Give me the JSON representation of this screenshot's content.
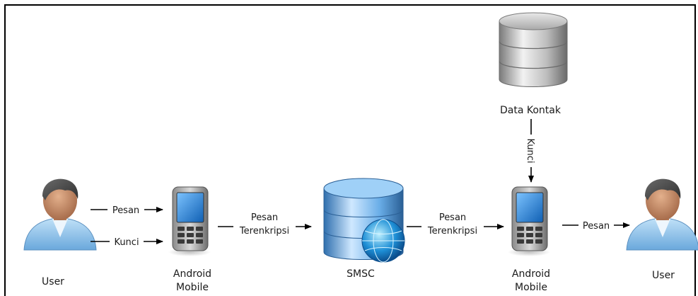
{
  "nodes": {
    "user_left": {
      "label": "User",
      "icon": "user-icon"
    },
    "phone_left": {
      "label_line1": "Android",
      "label_line2": "Mobile",
      "icon": "mobile-phone-icon"
    },
    "smsc": {
      "label": "SMSC",
      "icon": "database-globe-icon"
    },
    "phone_right": {
      "label_line1": "Android",
      "label_line2": "Mobile",
      "icon": "mobile-phone-icon"
    },
    "user_right": {
      "label": "User",
      "icon": "user-icon"
    },
    "contacts_db": {
      "label": "Data Kontak",
      "icon": "database-icon"
    }
  },
  "edges": {
    "user_to_phone_message": "Pesan",
    "user_to_phone_key": "Kunci",
    "phone_to_smsc_line1": "Pesan",
    "phone_to_smsc_line2": "Terenkripsi",
    "smsc_to_phone_line1": "Pesan",
    "smsc_to_phone_line2": "Terenkripsi",
    "contacts_to_phone_key": "Kunci",
    "phone_to_user_message": "Pesan"
  },
  "colors": {
    "border": "#000000",
    "skin": "#c98f6a",
    "hair": "#4a4a4a",
    "shirt": "#8ec3ea",
    "phone_screen": "#1e7fd6",
    "db_blue": "#3f8fd6",
    "db_silver": "#b9b9b9"
  }
}
